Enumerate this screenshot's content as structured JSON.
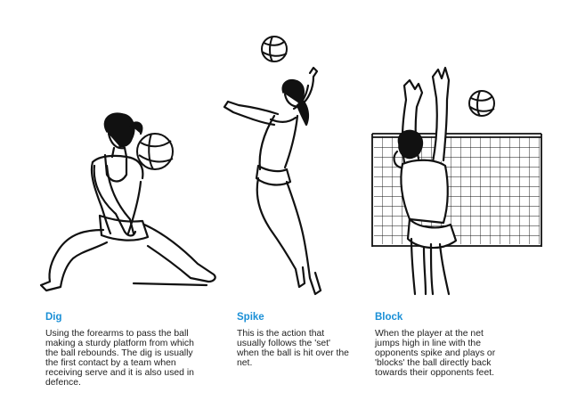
{
  "panels": [
    {
      "title": "Dig",
      "description": "Using the forearms to pass the ball making a sturdy platform from which the ball rebounds. The dig is usually the first contact by a team when receiving serve and it is also used in defence."
    },
    {
      "title": "Spike",
      "description": "This is the action that usually follows the 'set' when the ball is hit over the net."
    },
    {
      "title": "Block",
      "description": "When the player at the net jumps high in line with the opponents spike and plays or 'blocks' the ball directly back towards their opponents feet."
    }
  ],
  "colors": {
    "heading": "#1a8fd6",
    "text": "#222222",
    "line": "#111111"
  },
  "icons": [
    "volleyball-icon",
    "player-dig-illustration",
    "player-spike-illustration",
    "player-block-illustration",
    "net-illustration"
  ]
}
